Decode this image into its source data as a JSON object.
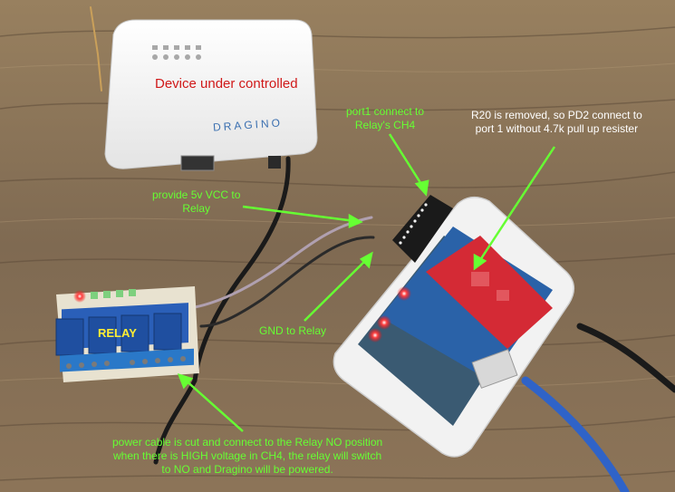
{
  "photo": {
    "device_label": "Device under controlled",
    "brand_text": "DRAGINO",
    "relay_board_label": "RELAY",
    "annotations": {
      "port1": "port1 connect to\nRelay's CH4",
      "r20": "R20 is removed, so PD2 connect to\nport 1 without 4.7k pull up resister",
      "vcc": "provide 5v VCC to\nRelay",
      "gnd": "GND to Relay",
      "power": "power cable is cut and connect to the Relay NO position\nwhen there is HIGH voltage in CH4, the relay will switch\nto NO and Dragino will be powered."
    },
    "colors": {
      "wood": "#8a7256",
      "annotation_green": "#66ff33",
      "annotation_white": "#ffffff",
      "device_label_red": "#d01818",
      "relay_label_yellow": "#ffee33"
    }
  }
}
